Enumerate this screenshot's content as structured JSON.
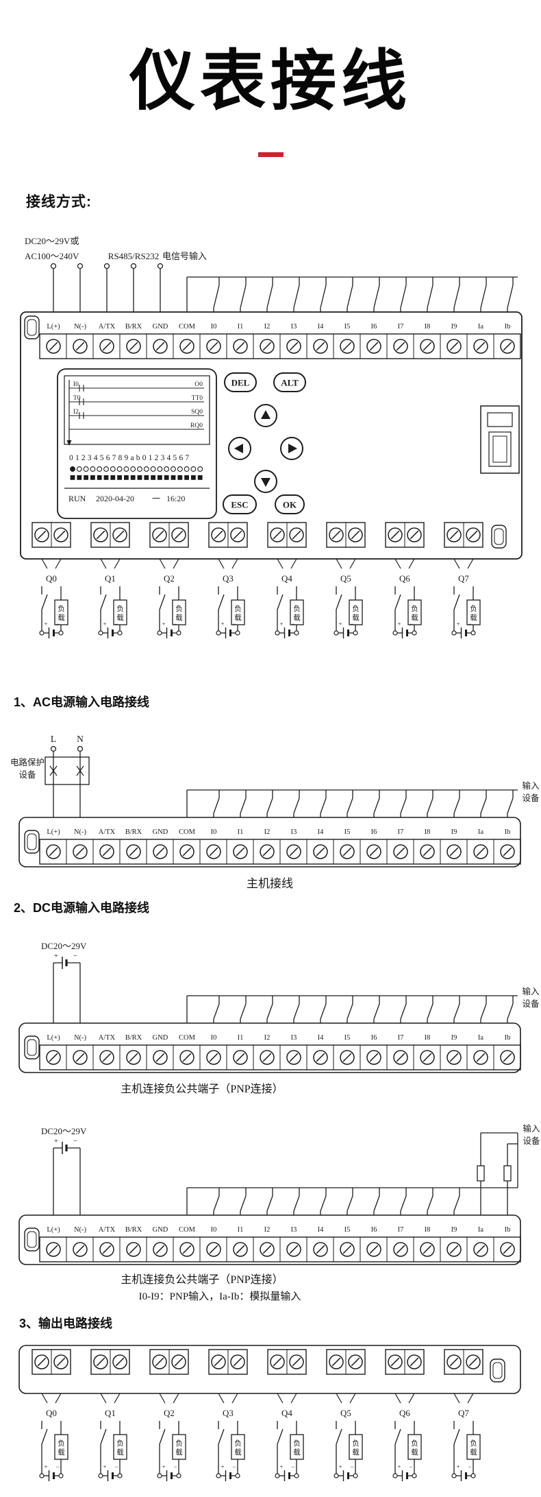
{
  "page": {
    "title": "仪表接线",
    "bg": "#ffffff",
    "ink": "#1c1c1c",
    "accent_red": "#c9242e"
  },
  "sections": {
    "wiring_method": "接线方式:",
    "s1": "1、AC电源输入电路接线",
    "s2": "2、DC电源输入电路接线",
    "s3": "3、输出电路接线"
  },
  "labels": {
    "dc_or": "DC20～29V或",
    "ac": "AC100～240V",
    "rs": "RS485/RS232",
    "signal_input": "电信号输入",
    "dc_supply": "DC20～29V",
    "input_device_l1": "输入",
    "input_device_l2": "设备",
    "protection_l1": "电路保护",
    "protection_l2": "设备",
    "line_l": "L",
    "line_n": "N",
    "plus": "+",
    "minus": "−",
    "load": "负载",
    "host_wiring": "主机接线",
    "pnp_caption": "主机连接负公共端子（PNP连接）",
    "pnp_note": "I0-I9：PNP输入，Ia-Ib：模拟量输入"
  },
  "terminals": [
    "L(+)",
    "N(-)",
    "A/TX",
    "B/RX",
    "GND",
    "COM",
    "I0",
    "I1",
    "I2",
    "I3",
    "I4",
    "I5",
    "I6",
    "I7",
    "I8",
    "I9",
    "Ia",
    "Ib"
  ],
  "outputs": [
    "Q0",
    "Q1",
    "Q2",
    "Q3",
    "Q4",
    "Q5",
    "Q6",
    "Q7"
  ],
  "lcd": {
    "rung_left": [
      "I0",
      "T0",
      "I2"
    ],
    "rung_right": [
      "O0",
      "TT0",
      "SQ0",
      "RQ0"
    ],
    "digits": "0123456789ab01234567",
    "status": "RUN",
    "date": "2020-04-20",
    "week": "一",
    "time": "16:20"
  },
  "buttons": {
    "del": "DEL",
    "alt": "ALT",
    "esc": "ESC",
    "ok": "OK"
  }
}
